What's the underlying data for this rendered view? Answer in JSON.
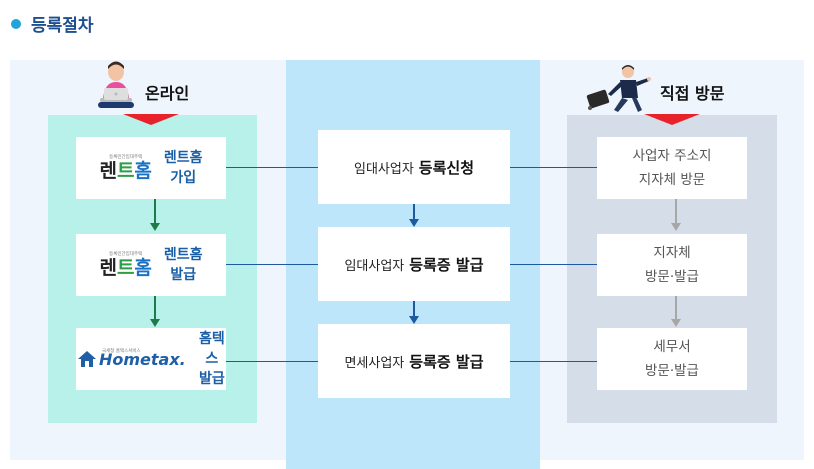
{
  "title": "등록절차",
  "online": {
    "heading": "온라인",
    "steps": [
      {
        "logo": "renthome",
        "label1": "렌트홈",
        "label2": "가입"
      },
      {
        "logo": "renthome",
        "label1": "렌트홈",
        "label2": "발급"
      },
      {
        "logo": "hometax",
        "label1": "홈텍스",
        "label2": "발급"
      }
    ],
    "renthome_logo": {
      "small": "등록민간임대주택",
      "part1": "렌",
      "part2": "트",
      "part3": "홈"
    },
    "hometax_logo": {
      "small": "국세청 홈택스서비스",
      "text": "Hometax."
    }
  },
  "middle": {
    "steps": [
      {
        "prefix": "임대사업자",
        "bold": "등록신청"
      },
      {
        "prefix": "임대사업자",
        "bold": "등록증 발급"
      },
      {
        "prefix": "면세사업자",
        "bold": "등록증 발급"
      }
    ]
  },
  "visit": {
    "heading": "직접 방문",
    "steps": [
      {
        "line1": "사업자 주소지",
        "line2": "지자체 방문"
      },
      {
        "line1": "지자체",
        "line2": "방문·발급"
      },
      {
        "line1": "세무서",
        "line2": "방문·발급"
      }
    ]
  },
  "colors": {
    "online_bg": "#b8f1e9",
    "middle_bg": "#bde6fb",
    "visit_bg": "#d5dde8",
    "accent_red": "#e8222a",
    "title_blue": "#1e4f8f"
  }
}
